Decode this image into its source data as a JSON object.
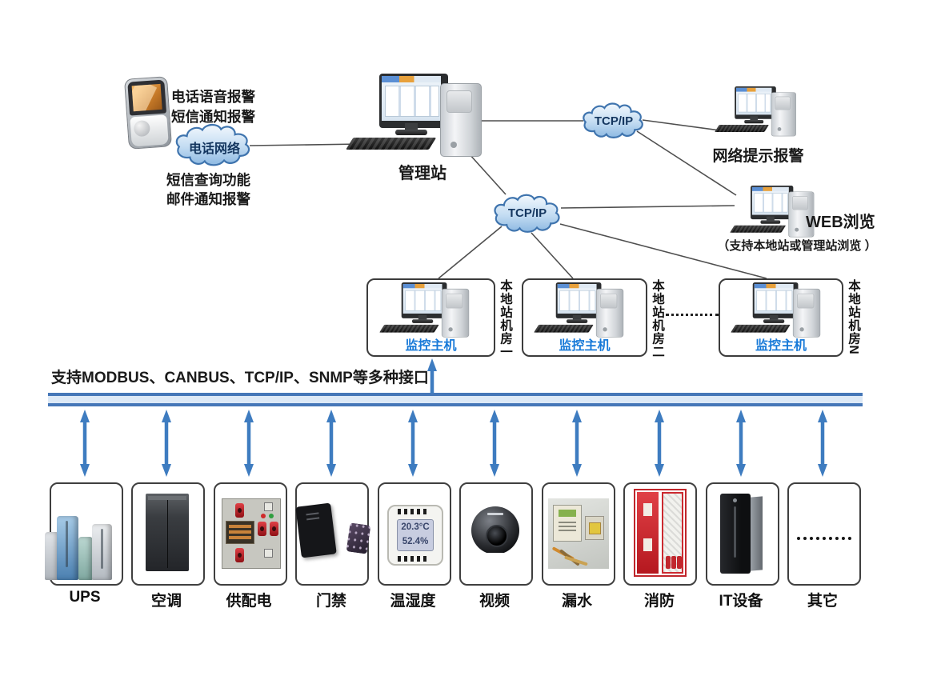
{
  "alerts_top": [
    "电话语音报警",
    "短信通知报警"
  ],
  "phone_cloud_label": "电话网络",
  "alerts_bottom": [
    "短信查询功能",
    "邮件通知报警"
  ],
  "management_station_label": "管理站",
  "tcpip_top_label": "TCP/IP",
  "network_alert_label": "网络提示报警",
  "tcpip_center_label": "TCP/IP",
  "web_label": "WEB浏览",
  "web_note": "（支持本地站或管理站浏览 ）",
  "hosts": [
    {
      "label": "监控主机",
      "room": "本地站机房一"
    },
    {
      "label": "监控主机",
      "room": "本地站机房二"
    },
    {
      "label": "监控主机",
      "room": "本地站机房N"
    }
  ],
  "bus_caption": "支持MODBUS、CANBUS、TCP/IP、SNMP等多种接口",
  "devices": [
    {
      "label": "UPS"
    },
    {
      "label": "空调"
    },
    {
      "label": "供配电"
    },
    {
      "label": "门禁"
    },
    {
      "label": "温湿度",
      "temp": "20.3°C",
      "humidity": "52.4%"
    },
    {
      "label": "视频"
    },
    {
      "label": "漏水"
    },
    {
      "label": "消防"
    },
    {
      "label": "IT设备"
    },
    {
      "label": "其它"
    }
  ],
  "colors": {
    "arrow_blue": "#3e7cc0",
    "bus_edge": "#4677b8",
    "cloud_border": "#3f74ae",
    "host_label_blue": "#1779d8"
  }
}
